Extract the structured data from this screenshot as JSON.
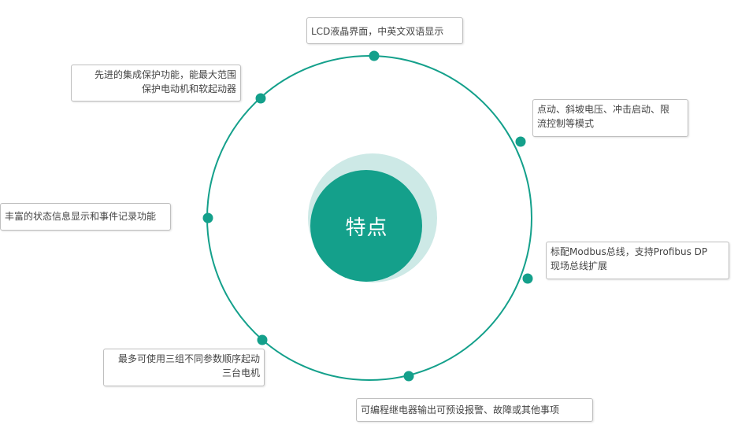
{
  "center": {
    "title": "特点"
  },
  "colors": {
    "ring": "#14a08b",
    "center_fill": "#14a08b",
    "halo_fill": "#cde9e6",
    "box_border": "#bfbfbf",
    "text": "#444444"
  },
  "features": [
    {
      "lines": [
        "LCD液晶界面，中英文双语显示"
      ]
    },
    {
      "lines": [
        "点动、斜坡电压、冲击启动、限",
        "流控制等模式"
      ]
    },
    {
      "lines": [
        "标配Modbus总线，支持Profibus DP",
        "现场总线扩展"
      ]
    },
    {
      "lines": [
        "可编程继电器输出可预设报警、故障或其他事项"
      ]
    },
    {
      "lines": [
        "最多可使用三组不同参数顺序起动",
        "三台电机"
      ]
    },
    {
      "lines": [
        "丰富的状态信息显示和事件记录功能"
      ]
    },
    {
      "lines": [
        "先进的集成保护功能，能最大范围",
        "保护电动机和软起动器"
      ]
    }
  ]
}
